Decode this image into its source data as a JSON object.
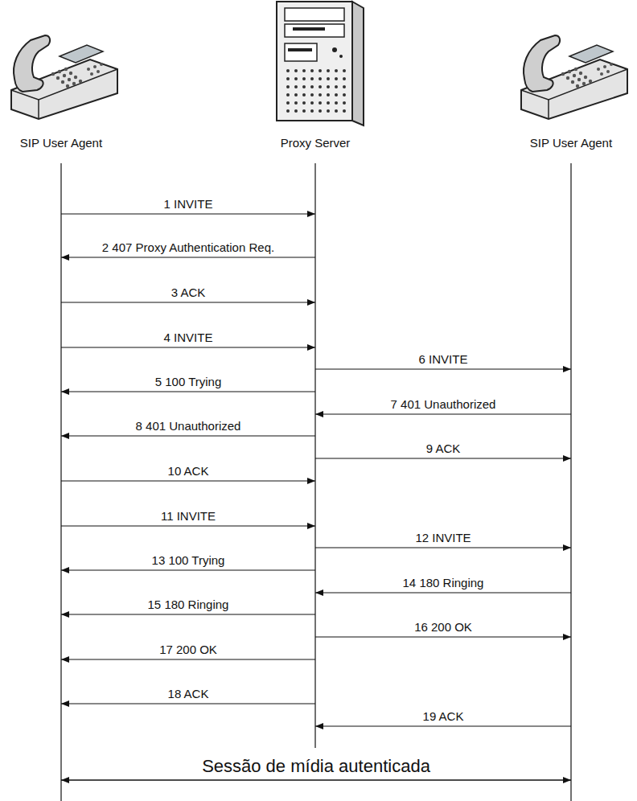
{
  "diagram": {
    "nodes": [
      {
        "text": [
          "SIP User Agent"
        ]
      },
      {
        "text": [
          "Proxy Server"
        ]
      },
      {
        "text": [
          "SIP User Agent"
        ]
      }
    ],
    "edges": [
      {
        "from": 0,
        "to": 1,
        "arrow": "to",
        "label": "1 INVITE"
      },
      {
        "from": 1,
        "to": 0,
        "arrow": "to",
        "label": "2 407 Proxy Authentication Req."
      },
      {
        "from": 0,
        "to": 1,
        "arrow": "to",
        "label": "3 ACK"
      },
      {
        "from": 0,
        "to": 1,
        "arrow": "to",
        "label": "4 INVITE"
      },
      {
        "from": 1,
        "to": 0,
        "arrow": "to",
        "label": "5 100 Trying"
      },
      {
        "from": 1,
        "to": 2,
        "arrow": "to",
        "label": "6 INVITE"
      },
      {
        "from": 2,
        "to": 1,
        "arrow": "to",
        "label": "7 401 Unauthorized"
      },
      {
        "from": 1,
        "to": 0,
        "arrow": "to",
        "label": "8 401 Unauthorized"
      },
      {
        "from": 1,
        "to": 2,
        "arrow": "to",
        "label": "9 ACK"
      },
      {
        "from": 0,
        "to": 1,
        "arrow": "to",
        "label": "10 ACK"
      },
      {
        "from": 0,
        "to": 1,
        "arrow": "to",
        "label": "11 INVITE"
      },
      {
        "from": 1,
        "to": 2,
        "arrow": "to",
        "label": "12 INVITE"
      },
      {
        "from": 1,
        "to": 0,
        "arrow": "to",
        "label": "13 100 Trying"
      },
      {
        "from": 2,
        "to": 1,
        "arrow": "to",
        "label": "14 180 Ringing"
      },
      {
        "from": 1,
        "to": 0,
        "arrow": "to",
        "label": "15 180 Ringing"
      },
      {
        "from": 1,
        "to": 2,
        "arrow": "to",
        "label": "16 200 OK"
      },
      {
        "from": 1,
        "to": 0,
        "arrow": "to",
        "label": "17 200 OK"
      },
      {
        "from": 1,
        "to": 0,
        "arrow": "to",
        "label": "18 ACK"
      },
      {
        "from": 2,
        "to": 1,
        "arrow": "to",
        "label": "19 ACK"
      },
      {
        "from": 0,
        "to": 2,
        "arrow": "both",
        "label": "Sessão de mídia autenticada"
      }
    ]
  }
}
